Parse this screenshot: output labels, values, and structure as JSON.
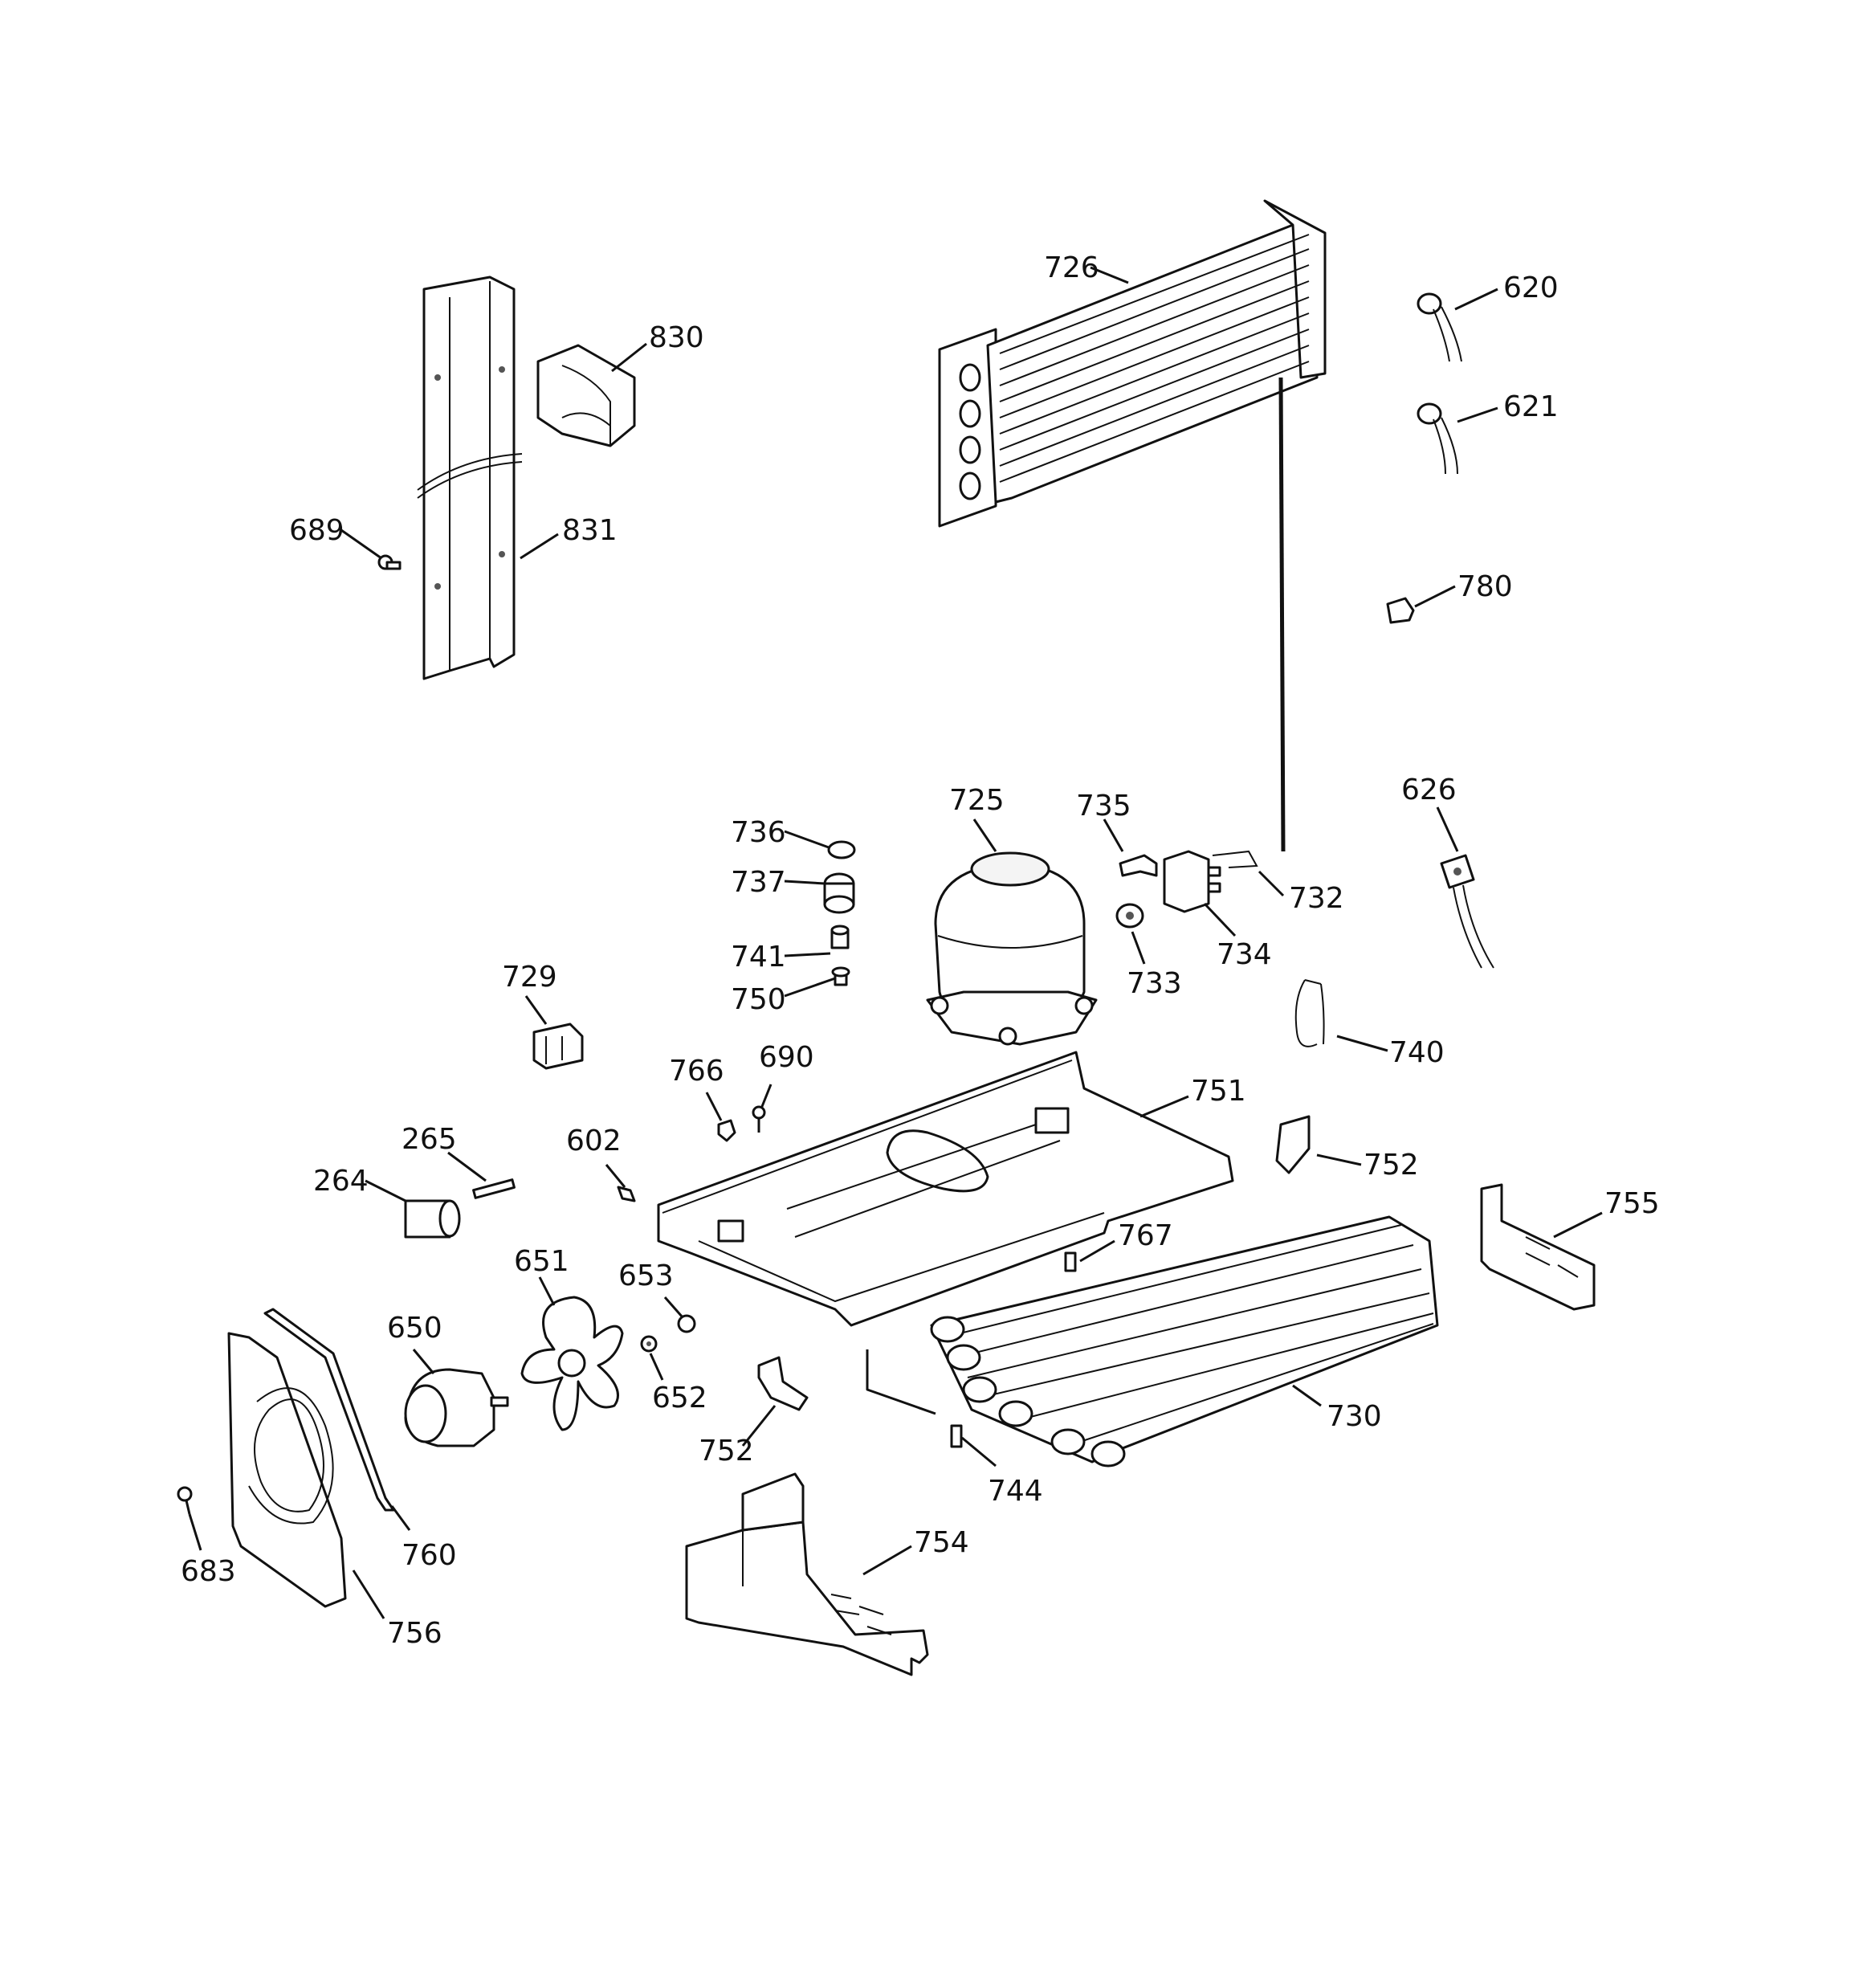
{
  "diagram": {
    "callouts": [
      {
        "id": "726",
        "label": "726"
      },
      {
        "id": "620",
        "label": "620"
      },
      {
        "id": "621",
        "label": "621"
      },
      {
        "id": "830",
        "label": "830"
      },
      {
        "id": "831",
        "label": "831"
      },
      {
        "id": "689",
        "label": "689"
      },
      {
        "id": "780",
        "label": "780"
      },
      {
        "id": "736",
        "label": "736"
      },
      {
        "id": "737",
        "label": "737"
      },
      {
        "id": "741",
        "label": "741"
      },
      {
        "id": "750",
        "label": "750"
      },
      {
        "id": "725",
        "label": "725"
      },
      {
        "id": "735",
        "label": "735"
      },
      {
        "id": "732",
        "label": "732"
      },
      {
        "id": "734",
        "label": "734"
      },
      {
        "id": "733",
        "label": "733"
      },
      {
        "id": "626",
        "label": "626"
      },
      {
        "id": "729",
        "label": "729"
      },
      {
        "id": "740",
        "label": "740"
      },
      {
        "id": "766",
        "label": "766"
      },
      {
        "id": "690",
        "label": "690"
      },
      {
        "id": "751",
        "label": "751"
      },
      {
        "id": "265",
        "label": "265"
      },
      {
        "id": "264",
        "label": "264"
      },
      {
        "id": "602",
        "label": "602"
      },
      {
        "id": "752a",
        "label": "752"
      },
      {
        "id": "755",
        "label": "755"
      },
      {
        "id": "767",
        "label": "767"
      },
      {
        "id": "651",
        "label": "651"
      },
      {
        "id": "653",
        "label": "653"
      },
      {
        "id": "650",
        "label": "650"
      },
      {
        "id": "652",
        "label": "652"
      },
      {
        "id": "730",
        "label": "730"
      },
      {
        "id": "752b",
        "label": "752"
      },
      {
        "id": "744",
        "label": "744"
      },
      {
        "id": "760",
        "label": "760"
      },
      {
        "id": "683",
        "label": "683"
      },
      {
        "id": "754",
        "label": "754"
      },
      {
        "id": "756",
        "label": "756"
      }
    ]
  }
}
